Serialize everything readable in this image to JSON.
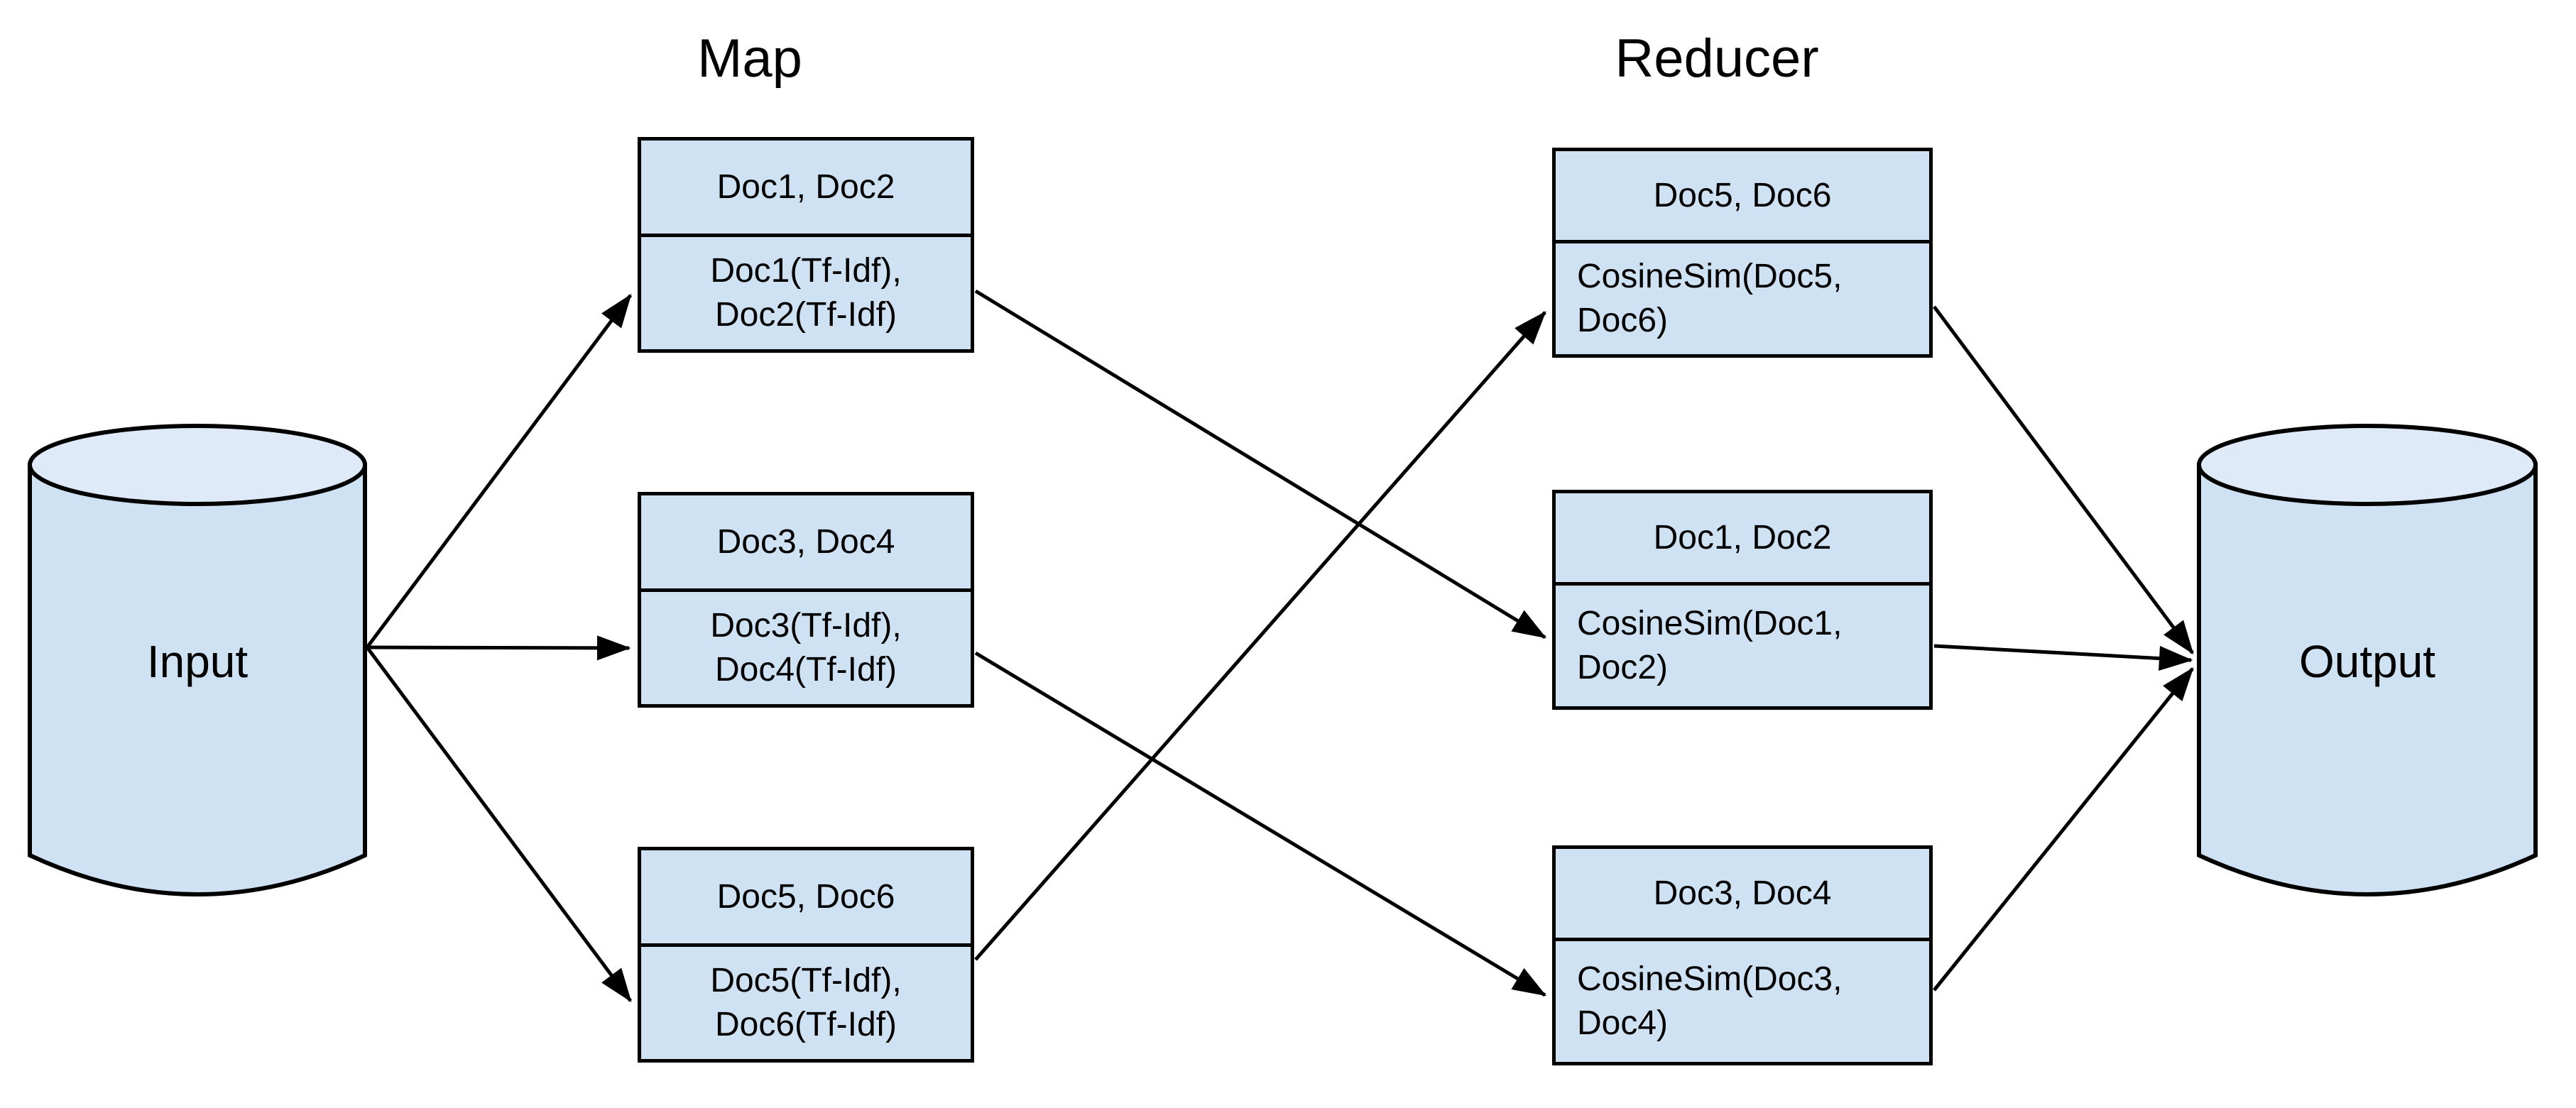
{
  "colors": {
    "shape_fill": "#cfe2f3",
    "shape_top_fill": "#dfeaf8",
    "line_color": "#000000",
    "text_color": "#000000",
    "page_bg": "#ffffff"
  },
  "diagram": {
    "map_title": "Map",
    "reducer_title": "Reducer",
    "input_label": "Input",
    "output_label": "Output",
    "map_tasks": [
      {
        "input": "Doc1, Doc2",
        "output_line1": "Doc1(Tf-Idf),",
        "output_line2": "Doc2(Tf-Idf)"
      },
      {
        "input": "Doc3, Doc4",
        "output_line1": "Doc3(Tf-Idf),",
        "output_line2": "Doc4(Tf-Idf)"
      },
      {
        "input": "Doc5, Doc6",
        "output_line1": "Doc5(Tf-Idf),",
        "output_line2": "Doc6(Tf-Idf)"
      }
    ],
    "reduce_tasks": [
      {
        "input": "Doc5, Doc6",
        "output_line1": "CosineSim(Doc5,",
        "output_line2": "Doc6)"
      },
      {
        "input": "Doc1, Doc2",
        "output_line1": "CosineSim(Doc1,",
        "output_line2": "Doc2)"
      },
      {
        "input": "Doc3, Doc4",
        "output_line1": "CosineSim(Doc3,",
        "output_line2": "Doc4)"
      }
    ]
  }
}
